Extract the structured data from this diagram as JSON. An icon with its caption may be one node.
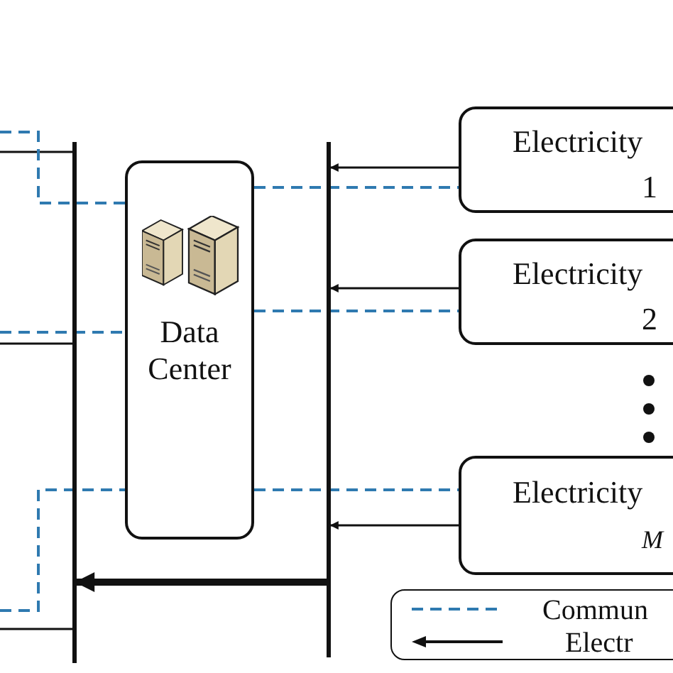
{
  "diagram": {
    "nodes": [
      {
        "text": [],
        "shape": "bar"
      },
      {
        "text": [
          "Data Center"
        ]
      },
      {
        "text": [],
        "shape": "bar"
      },
      {
        "text": [
          "Electricity",
          "1"
        ]
      },
      {
        "text": [
          "Electricity",
          "2"
        ]
      },
      {
        "text": [
          "Electricity",
          "M"
        ]
      }
    ],
    "edges": [
      {
        "from": null,
        "to": 0,
        "arrow": "none"
      },
      {
        "from": null,
        "to": 0,
        "arrow": "none"
      },
      {
        "from": null,
        "to": 0,
        "arrow": "none"
      },
      {
        "from": null,
        "to": 1,
        "arrow": "none",
        "style": "dashed",
        "color": "#2f7ab0"
      },
      {
        "from": null,
        "to": 1,
        "arrow": "none",
        "style": "dashed",
        "color": "#2f7ab0"
      },
      {
        "from": null,
        "to": 1,
        "arrow": "none",
        "style": "dashed",
        "color": "#2f7ab0"
      },
      {
        "from": 1,
        "to": 3,
        "arrow": "none",
        "style": "dashed",
        "color": "#2f7ab0"
      },
      {
        "from": 1,
        "to": 4,
        "arrow": "none",
        "style": "dashed",
        "color": "#2f7ab0"
      },
      {
        "from": 1,
        "to": 5,
        "arrow": "none",
        "style": "dashed",
        "color": "#2f7ab0"
      },
      {
        "from": 3,
        "to": 2,
        "arrow": "to"
      },
      {
        "from": 4,
        "to": 2,
        "arrow": "to"
      },
      {
        "from": 5,
        "to": 2,
        "arrow": "to"
      },
      {
        "from": 2,
        "to": 0,
        "arrow": "to",
        "style": "thick"
      }
    ],
    "legend": [
      {
        "text": "Commun"
      },
      {
        "text": "Electr"
      }
    ]
  }
}
